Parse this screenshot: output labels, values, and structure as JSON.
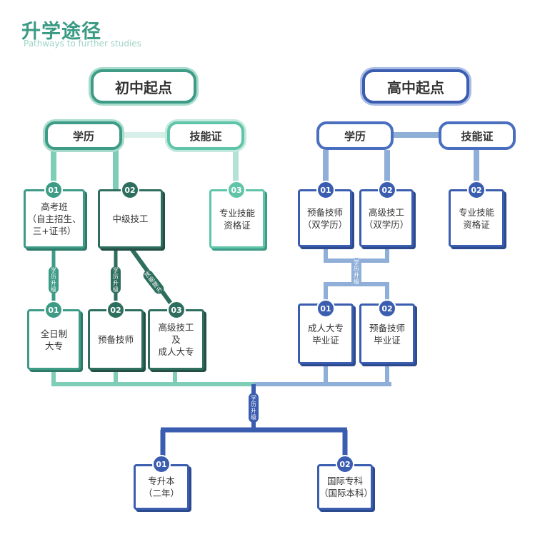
{
  "title": "升学途径",
  "subtitle": "Pathways to  further studies",
  "middle_school": {
    "title": "初中起点",
    "edu_label": "学历",
    "skill_label": "技能证",
    "items": [
      {
        "num": "01",
        "lines": [
          "高考班",
          "（自主招生、",
          "三+证书）"
        ]
      },
      {
        "num": "02",
        "lines": [
          "中级技工"
        ]
      },
      {
        "num": "03",
        "lines": [
          "专业技能",
          "资格证"
        ]
      }
    ],
    "upgrade_tag": "学历升级",
    "skill_tag": "技能提升",
    "results": [
      {
        "num": "01",
        "lines": [
          "全日制",
          "大专"
        ]
      },
      {
        "num": "02",
        "lines": [
          "预备技师"
        ]
      },
      {
        "num": "03",
        "lines": [
          "高级技工",
          "及",
          "成人大专"
        ]
      }
    ]
  },
  "high_school": {
    "title": "高中起点",
    "edu_label": "学历",
    "skill_label": "技能证",
    "items": [
      {
        "num": "01",
        "lines": [
          "预备技师",
          "（双学历）"
        ]
      },
      {
        "num": "02",
        "lines": [
          "高级技工",
          "（双学历）"
        ]
      },
      {
        "num": "02",
        "lines": [
          "专业技能",
          "资格证"
        ]
      }
    ],
    "upgrade_tag": "学历升级",
    "results": [
      {
        "num": "01",
        "lines": [
          "成人大专",
          "毕业证"
        ]
      },
      {
        "num": "02",
        "lines": [
          "预备技师",
          "毕业证"
        ]
      }
    ]
  },
  "final": {
    "upgrade_tag": "学历升级",
    "results": [
      {
        "num": "01",
        "lines": [
          "专升本",
          "（二年）"
        ]
      },
      {
        "num": "02",
        "lines": [
          "国际专科",
          "（国际本科）"
        ]
      }
    ]
  },
  "colors": {
    "green": "#3d9b86",
    "dark_green": "#2e6e5e",
    "light_green": "#5fc4a8",
    "blue": "#3a5db0",
    "light_blue": "#8faed8"
  }
}
